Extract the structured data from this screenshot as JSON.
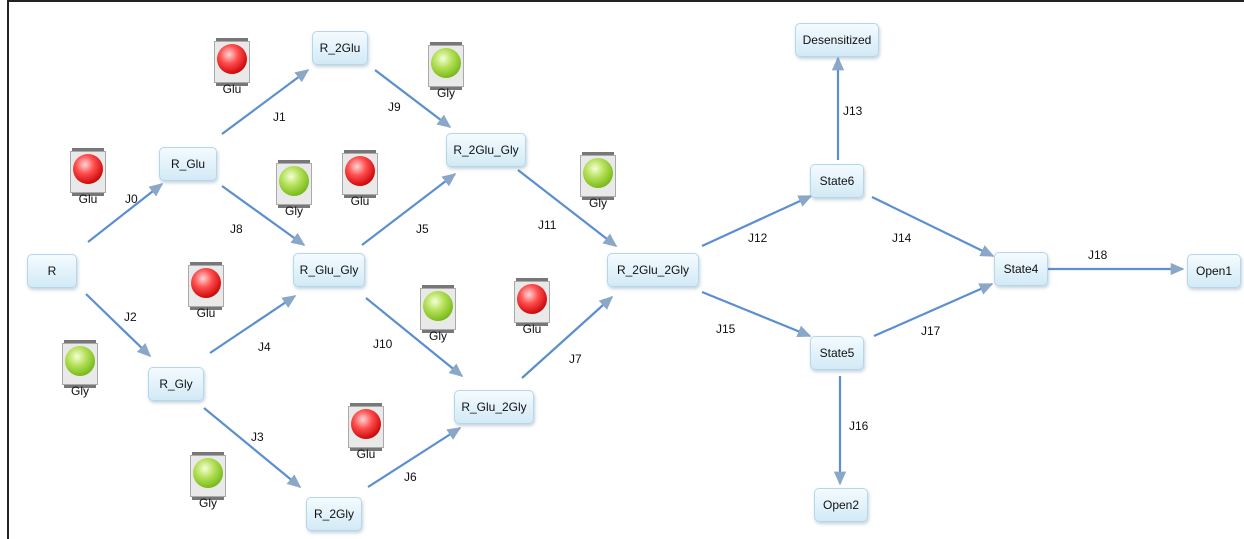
{
  "states": [
    {
      "id": "R",
      "label": "R"
    },
    {
      "id": "R_Glu",
      "label": "R_Glu"
    },
    {
      "id": "R_Gly",
      "label": "R_Gly"
    },
    {
      "id": "R_2Glu",
      "label": "R_2Glu"
    },
    {
      "id": "R_Glu_Gly",
      "label": "R_Glu_Gly"
    },
    {
      "id": "R_2Gly",
      "label": "R_2Gly"
    },
    {
      "id": "R_2Glu_Gly",
      "label": "R_2Glu_Gly"
    },
    {
      "id": "R_Glu_2Gly",
      "label": "R_Glu_2Gly"
    },
    {
      "id": "R_2Glu_2Gly",
      "label": "R_2Glu_2Gly"
    },
    {
      "id": "State6",
      "label": "State6"
    },
    {
      "id": "State5",
      "label": "State5"
    },
    {
      "id": "State4",
      "label": "State4"
    },
    {
      "id": "Desensitized",
      "label": "Desensitized"
    },
    {
      "id": "Open1",
      "label": "Open1"
    },
    {
      "id": "Open2",
      "label": "Open2"
    }
  ],
  "transitions": [
    {
      "id": "J0",
      "label": "J0",
      "from": "R",
      "to": "R_Glu",
      "ligand": "Glu"
    },
    {
      "id": "J1",
      "label": "J1",
      "from": "R_Glu",
      "to": "R_2Glu",
      "ligand": "Glu"
    },
    {
      "id": "J2",
      "label": "J2",
      "from": "R",
      "to": "R_Gly",
      "ligand": "Gly"
    },
    {
      "id": "J3",
      "label": "J3",
      "from": "R_Gly",
      "to": "R_2Gly",
      "ligand": "Gly"
    },
    {
      "id": "J4",
      "label": "J4",
      "from": "R_Gly",
      "to": "R_Glu_Gly",
      "ligand": "Glu"
    },
    {
      "id": "J5",
      "label": "J5",
      "from": "R_Glu_Gly",
      "to": "R_2Glu_Gly",
      "ligand": "Glu"
    },
    {
      "id": "J6",
      "label": "J6",
      "from": "R_2Gly",
      "to": "R_Glu_2Gly",
      "ligand": "Glu"
    },
    {
      "id": "J7",
      "label": "J7",
      "from": "R_Glu_2Gly",
      "to": "R_2Glu_2Gly",
      "ligand": "Glu"
    },
    {
      "id": "J8",
      "label": "J8",
      "from": "R_Glu",
      "to": "R_Glu_Gly",
      "ligand": "Gly"
    },
    {
      "id": "J9",
      "label": "J9",
      "from": "R_2Glu",
      "to": "R_2Glu_Gly",
      "ligand": "Gly"
    },
    {
      "id": "J10",
      "label": "J10",
      "from": "R_Glu_Gly",
      "to": "R_Glu_2Gly",
      "ligand": "Gly"
    },
    {
      "id": "J11",
      "label": "J11",
      "from": "R_2Glu_Gly",
      "to": "R_2Glu_2Gly",
      "ligand": "Gly"
    },
    {
      "id": "J12",
      "label": "J12",
      "from": "R_2Glu_2Gly",
      "to": "State6"
    },
    {
      "id": "J13",
      "label": "J13",
      "from": "State6",
      "to": "Desensitized"
    },
    {
      "id": "J14",
      "label": "J14",
      "from": "State6",
      "to": "State4"
    },
    {
      "id": "J15",
      "label": "J15",
      "from": "R_2Glu_2Gly",
      "to": "State5"
    },
    {
      "id": "J16",
      "label": "J16",
      "from": "State5",
      "to": "Open2"
    },
    {
      "id": "J17",
      "label": "J17",
      "from": "State5",
      "to": "State4"
    },
    {
      "id": "J18",
      "label": "J18",
      "from": "State4",
      "to": "Open1"
    }
  ],
  "ligands": [
    {
      "type": "glu",
      "label": "Glu",
      "edge": "J0"
    },
    {
      "type": "glu",
      "label": "Glu",
      "edge": "J1"
    },
    {
      "type": "gly",
      "label": "Gly",
      "edge": "J2"
    },
    {
      "type": "gly",
      "label": "Gly",
      "edge": "J3"
    },
    {
      "type": "glu",
      "label": "Glu",
      "edge": "J4"
    },
    {
      "type": "glu",
      "label": "Glu",
      "edge": "J5"
    },
    {
      "type": "glu",
      "label": "Glu",
      "edge": "J6"
    },
    {
      "type": "glu",
      "label": "Glu",
      "edge": "J7"
    },
    {
      "type": "gly",
      "label": "Gly",
      "edge": "J8"
    },
    {
      "type": "gly",
      "label": "Gly",
      "edge": "J9"
    },
    {
      "type": "gly",
      "label": "Gly",
      "edge": "J10"
    },
    {
      "type": "gly",
      "label": "Gly",
      "edge": "J11"
    }
  ],
  "colors": {
    "edge": "#5b8fd0",
    "glu": "#e01e1e",
    "gly": "#8cc63f",
    "node_fill": "#dceff8",
    "node_border": "#b7d6e8"
  }
}
